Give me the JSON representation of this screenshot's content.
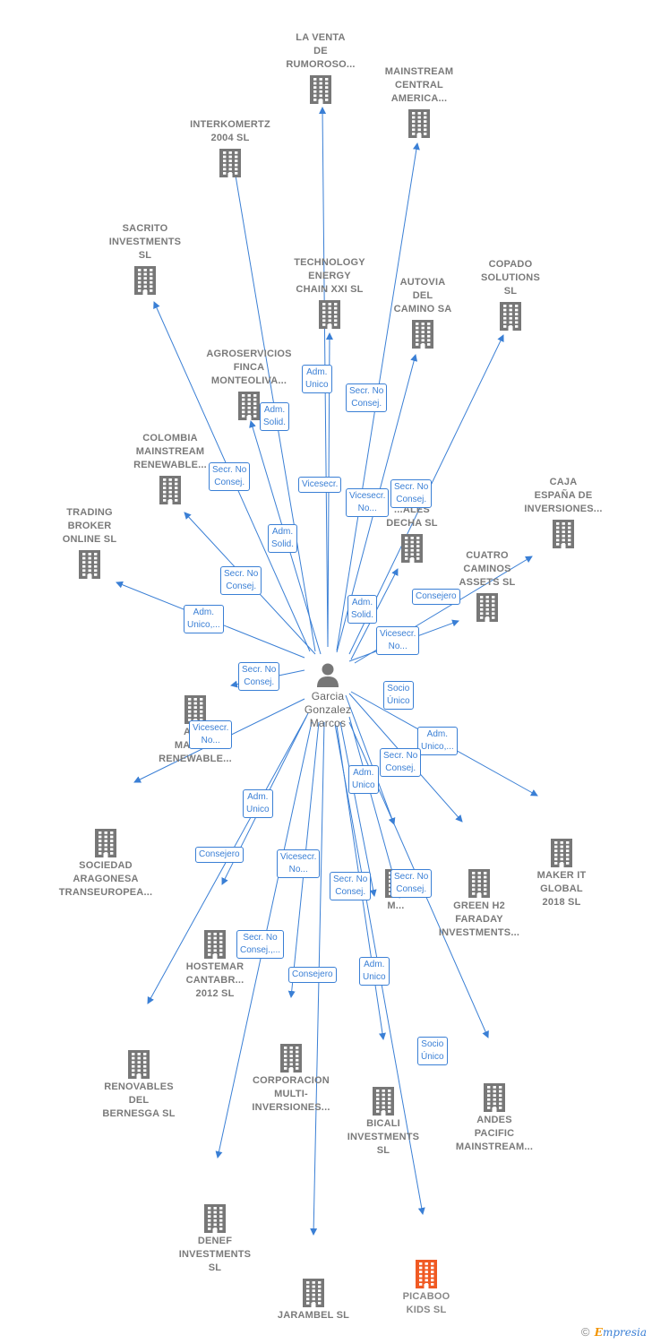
{
  "center": {
    "label": "Garcia\nGonzalez\nMarcos"
  },
  "nodes": [
    {
      "id": "la-venta",
      "label": "LA VENTA\nDE\nRUMOROSO..."
    },
    {
      "id": "mainstream-central",
      "label": "MAINSTREAM\nCENTRAL\nAMERICA..."
    },
    {
      "id": "interkomertz",
      "label": "INTERKOMERTZ\n2004 SL"
    },
    {
      "id": "sacrito",
      "label": "SACRITO\nINVESTMENTS\nSL"
    },
    {
      "id": "technology-energy",
      "label": "TECHNOLOGY\nENERGY\nCHAIN XXI SL"
    },
    {
      "id": "autovia",
      "label": "AUTOVIA\nDEL\nCAMINO SA"
    },
    {
      "id": "copado",
      "label": "COPADO\nSOLUTIONS\nSL"
    },
    {
      "id": "agroservicios",
      "label": "AGROSERVICIOS\nFINCA\nMONTEOLIVA..."
    },
    {
      "id": "colombia",
      "label": "COLOMBIA\nMAINSTREAM\nRENEWABLE..."
    },
    {
      "id": "trading",
      "label": "TRADING\nBROKER\nONLINE SL"
    },
    {
      "id": "caja-espana",
      "label": "CAJA\nESPAÑA DE\nINVERSIONES..."
    },
    {
      "id": "decha",
      "label": "...ALES\nDECHA SL"
    },
    {
      "id": "cuatro-caminos",
      "label": "CUATRO\nCAMINOS\nASSETS SL"
    },
    {
      "id": "andes-mains",
      "label": "AN...\nMAINS...\nRENEWABLE..."
    },
    {
      "id": "sociedad-aragonesa",
      "label": "SOCIEDAD\nARAGONESA\nTRANSEUROPEA..."
    },
    {
      "id": "maker-it",
      "label": "MAKER IT\nGLOBAL\n2018 SL"
    },
    {
      "id": "green-h2",
      "label": "GREEN H2\nFARADAY\nINVESTMENTS..."
    },
    {
      "id": "m-node",
      "label": "M..."
    },
    {
      "id": "hostemar",
      "label": "HOSTEMAR\nCANTABR...\n2012 SL"
    },
    {
      "id": "renovables",
      "label": "RENOVABLES\nDEL\nBERNESGA SL"
    },
    {
      "id": "corporacion",
      "label": "CORPORACION\nMULTI-\nINVERSIONES..."
    },
    {
      "id": "bicali",
      "label": "BICALI\nINVESTMENTS\nSL"
    },
    {
      "id": "andes-pacific",
      "label": "ANDES\nPACIFIC\nMAINSTREAM..."
    },
    {
      "id": "denef",
      "label": "DENEF\nINVESTMENTS\nSL"
    },
    {
      "id": "jarambel",
      "label": "JARAMBEL SL"
    },
    {
      "id": "picaboo",
      "label": "PICABOO\nKIDS SL",
      "highlight": true
    }
  ],
  "edge_labels": [
    "Adm.\nUnico",
    "Secr. No\nConsej.",
    "Adm.\nSolid.",
    "Secr. No\nConsej.",
    "Vicesecr.",
    "Vicesecr.\nNo...",
    "Secr. No\nConsej.",
    "Adm.\nSolid.",
    "Secr. No\nConsej.",
    "Adm.\nSolid.",
    "Consejero",
    "Adm.\nUnico,...",
    "Vicesecr.\nNo...",
    "Secr. No\nConsej.",
    "Socio\nÚnico",
    "Vicesecr.\nNo...",
    "Adm.\nUnico,...",
    "Secr. No\nConsej.",
    "Adm.\nUnico",
    "Adm.\nUnico",
    "Consejero",
    "Vicesecr.\nNo...",
    "Secr. No\nConsej.",
    "Secr. No\nConsej.",
    "Secr. No\nConsej.,...",
    "Consejero",
    "Adm.\nUnico",
    "Socio\nÚnico"
  ],
  "footer": {
    "copyright": "©",
    "brand_e": "E",
    "brand_rest": "mpresia"
  },
  "colors": {
    "edge": "#3a7fd5",
    "building": "#777777",
    "highlight": "#f05a23"
  }
}
